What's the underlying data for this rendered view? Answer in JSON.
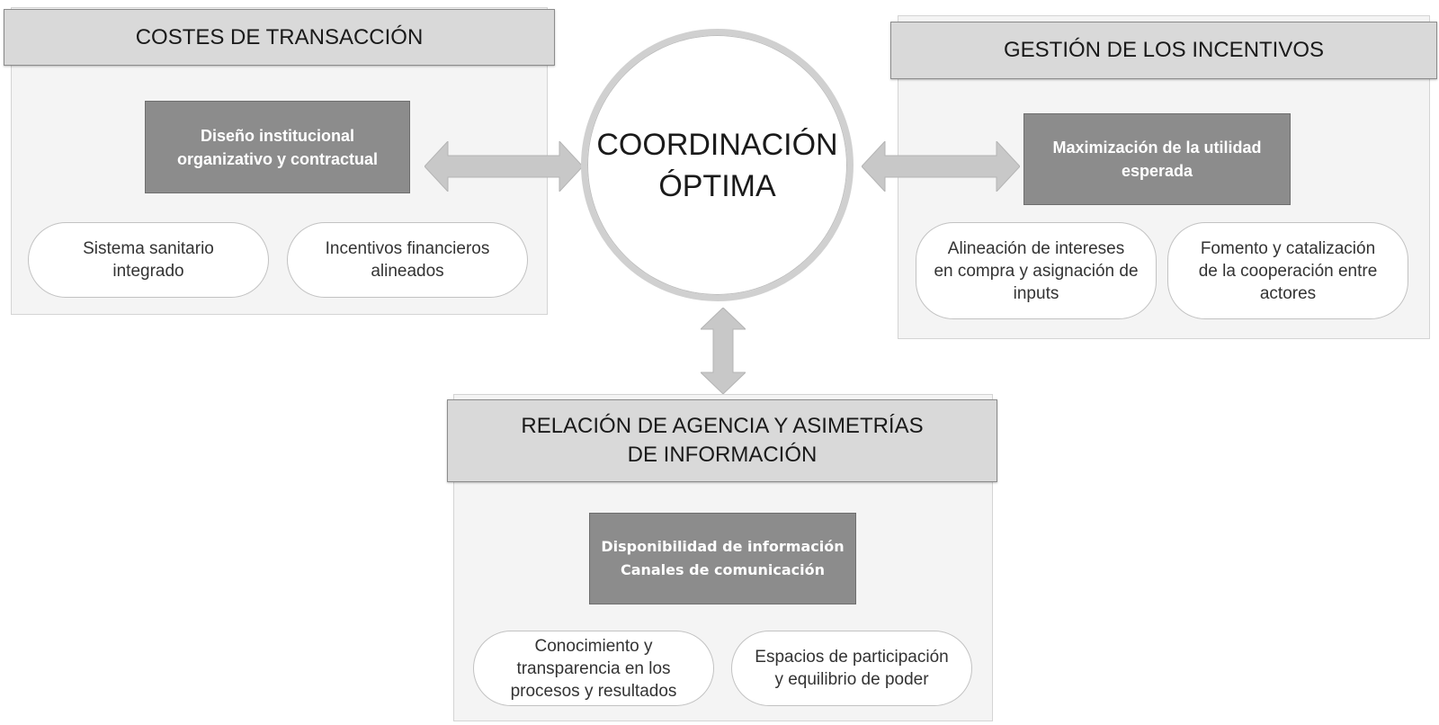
{
  "center": {
    "label": "COORDINACIÓN\nÓPTIMA"
  },
  "panels": {
    "costes": {
      "title": "COSTES DE TRANSACCIÓN",
      "key": "Diseño institucional organizativo y contractual",
      "items": [
        "Sistema sanitario\nintegrado",
        "Incentivos financieros\nalineados"
      ]
    },
    "incentivos": {
      "title": "GESTIÓN DE LOS INCENTIVOS",
      "key": "Maximización de la utilidad esperada",
      "items": [
        "Alineación de intereses\nen compra y asignación de\ninputs",
        "Fomento y catalización\nde la cooperación entre\nactores"
      ]
    },
    "agencia": {
      "title": "RELACIÓN DE AGENCIA Y ASIMETRÍAS DE INFORMACIÓN",
      "key": "Disponibilidad de información Canales de comunicación",
      "items": [
        "Conocimiento y\ntransparencia en los\nprocesos y resultados",
        "Espacios de participación\ny equilibrio de poder"
      ]
    }
  },
  "colors": {
    "header_bg": "#d9d9d9",
    "panel_bg": "#f4f4f4",
    "key_bg": "#8c8c8c",
    "arrow": "#c8c8c8"
  }
}
